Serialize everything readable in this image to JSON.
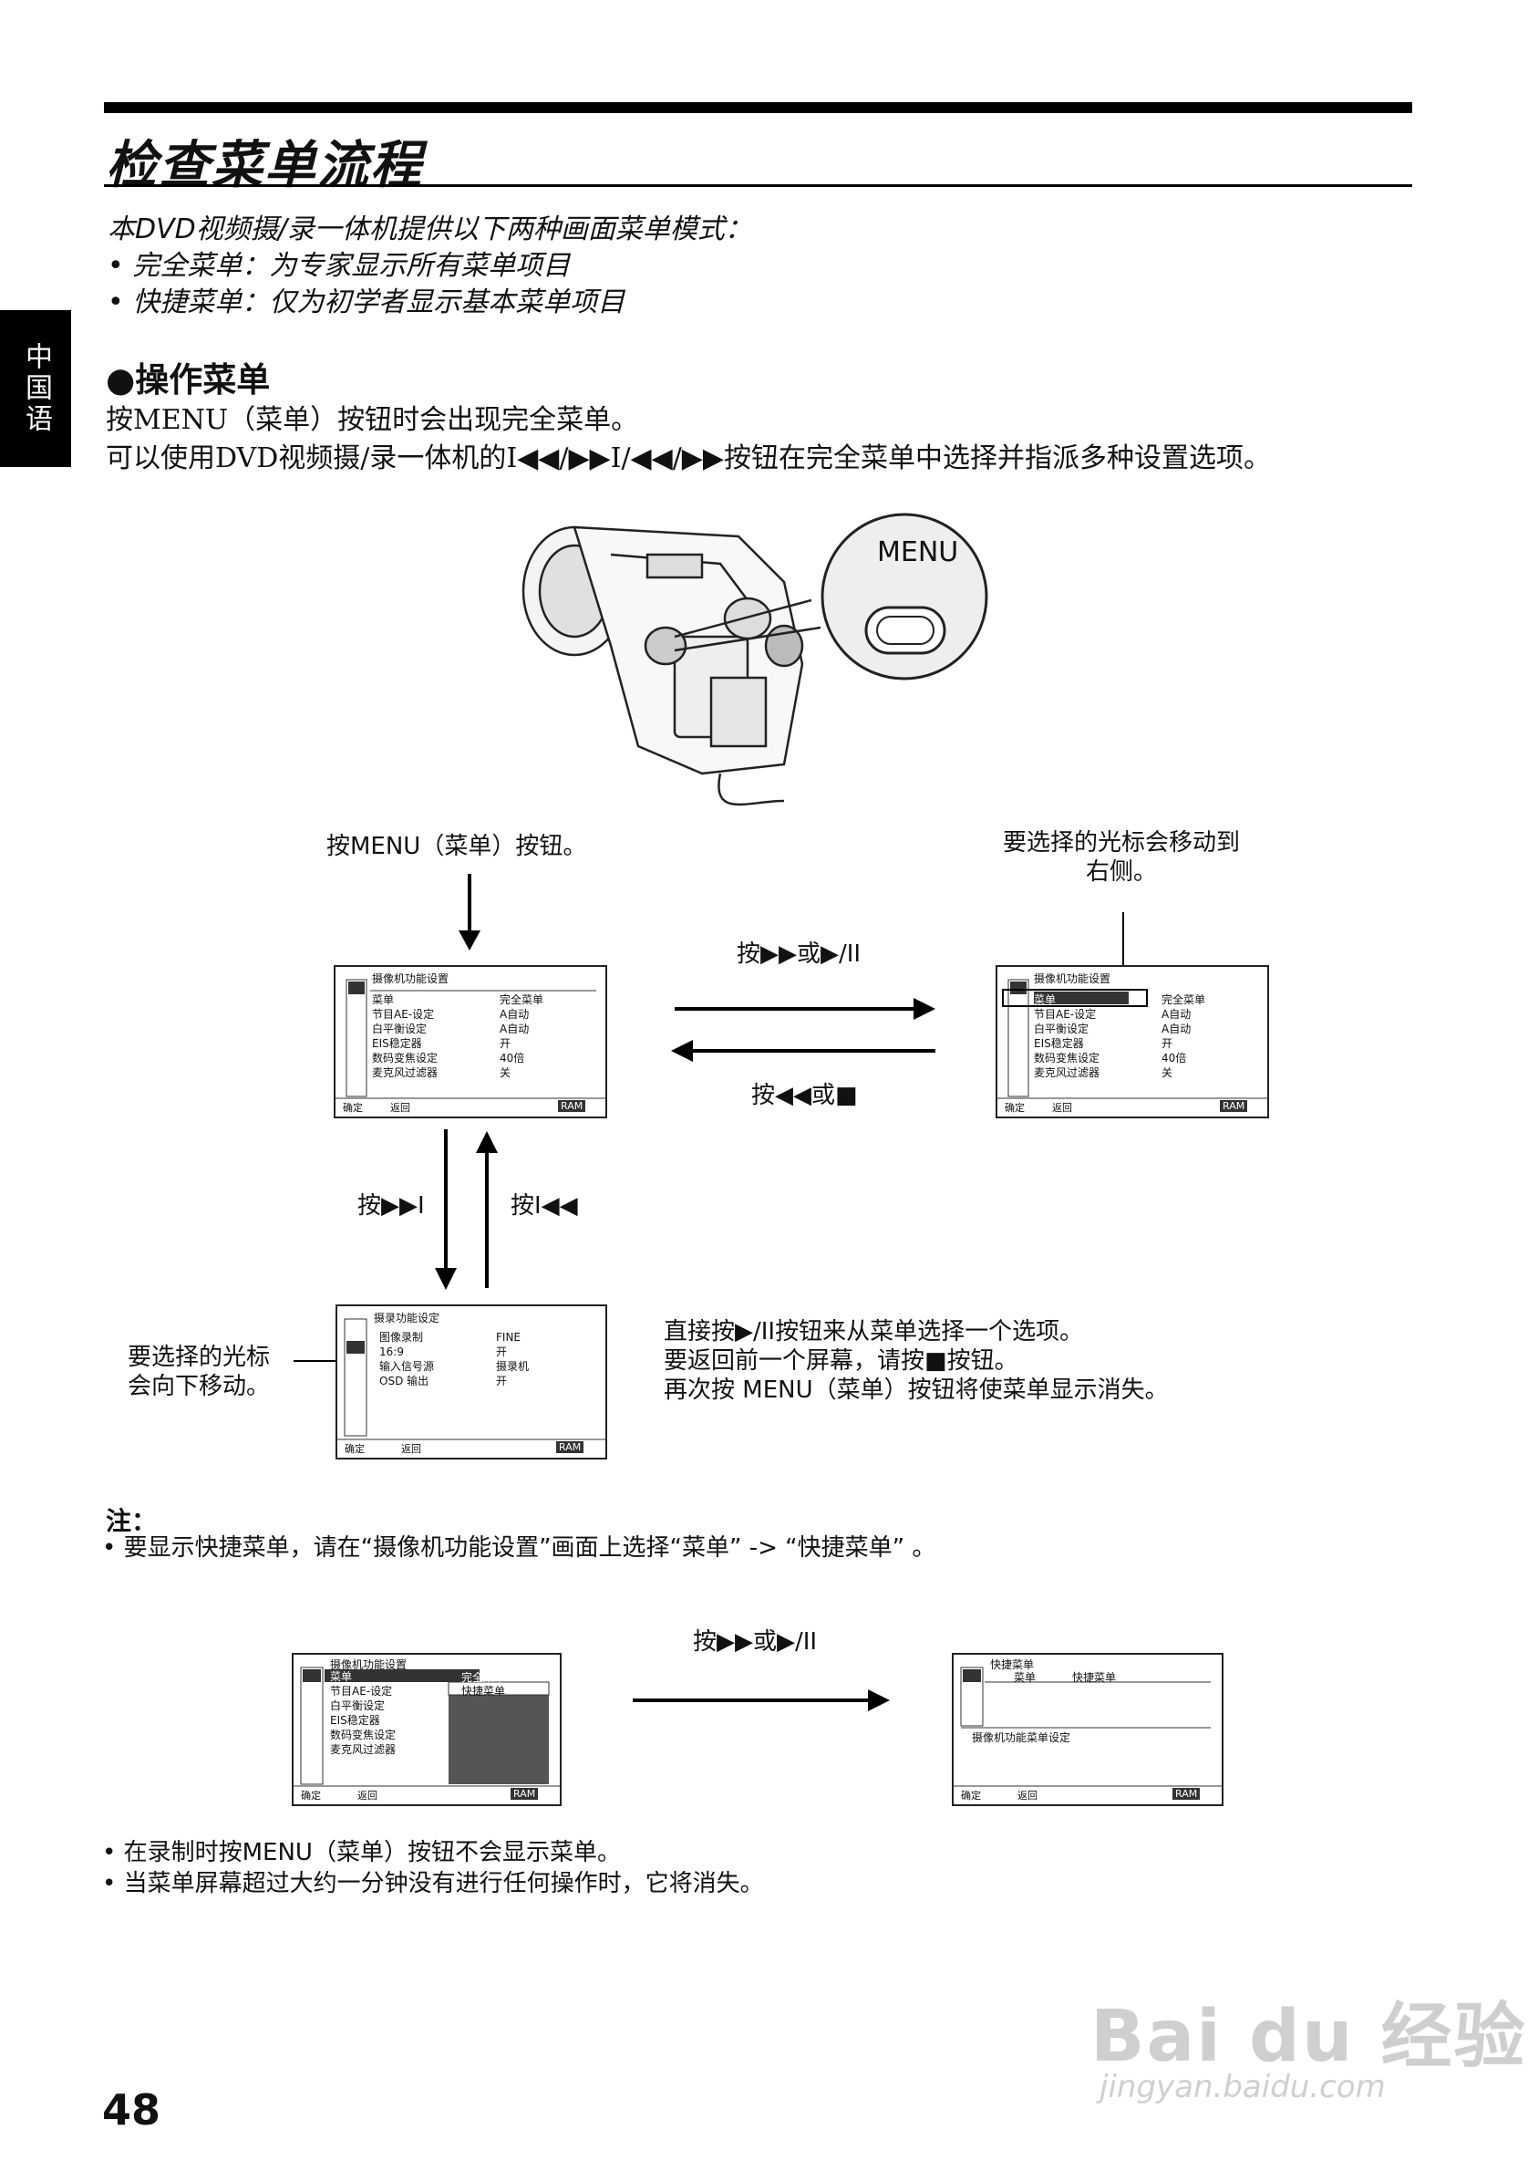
{
  "header": {
    "title": "检查菜单流程",
    "side_tab": "中国语"
  },
  "intro": {
    "line1": "本DVD视频摄/录一体机提供以下两种画面菜单模式：",
    "bullet1": "• 完全菜单：为专家显示所有菜单项目",
    "bullet2": "• 快捷菜单：仅为初学者显示基本菜单项目"
  },
  "section": {
    "heading": "●操作菜单",
    "para1": "按MENU（菜单）按钮时会出现完全菜单。",
    "para2": "可以使用DVD视频摄/录一体机的I◀◀/▶▶I/◀◀/▶▶按钮在完全菜单中选择并指派多种设置选项。"
  },
  "camera": {
    "menu_label": "MENU"
  },
  "flow": {
    "press_menu": "按MENU（菜单）按钮。",
    "cursor_right_1": "要选择的光标会移动到",
    "cursor_right_2": "右侧。",
    "press_ff_play": "按▶▶或▶/II",
    "press_rew_stop": "按◀◀或■",
    "press_next": "按▶▶I",
    "press_prev": "按I◀◀",
    "cursor_down_1": "要选择的光标",
    "cursor_down_2": "会向下移动。",
    "instr1": "直接按▶/II按钮来从菜单选择一个选项。",
    "instr2": "要返回前一个屏幕，请按■按钮。",
    "instr3": "再次按 MENU（菜单）按钮将使菜单显示消失。",
    "press_ff_play_2": "按▶▶或▶/II"
  },
  "screens": {
    "camera_setup_title": "摄像机功能设置",
    "camera_rows": [
      {
        "label": "菜单",
        "value": "完全菜单"
      },
      {
        "label": "节目AE-设定",
        "value": "A自动"
      },
      {
        "label": "白平衡设定",
        "value": "A自动"
      },
      {
        "label": "EIS稳定器",
        "value": "开"
      },
      {
        "label": "数码变焦设定",
        "value": "40倍"
      },
      {
        "label": "麦克风过滤器",
        "value": "关"
      }
    ],
    "record_setup_title": "摄录功能设定",
    "record_rows": [
      {
        "label": "图像录制",
        "value": "FINE"
      },
      {
        "label": "16:9",
        "value": "开"
      },
      {
        "label": "输入信号源",
        "value": "摄录机"
      },
      {
        "label": "OSD 输出",
        "value": "开"
      }
    ],
    "footer_enter": "确定",
    "footer_return": "返回",
    "footer_ram": "RAM",
    "popup_full": "完全菜单",
    "popup_quick": "快捷菜单",
    "quick_title": "快捷菜单",
    "quick_row_label": "菜单",
    "quick_row_value": "快捷菜单",
    "quick_help": "摄像机功能菜单设定"
  },
  "notes": {
    "heading": "注：",
    "n1": "• 要显示快捷菜单，请在“摄像机功能设置”画面上选择“菜单” -> “快捷菜单” 。",
    "n2": "• 在录制时按MENU（菜单）按钮不会显示菜单。",
    "n3": "• 当菜单屏幕超过大约一分钟没有进行任何操作时，它将消失。"
  },
  "page_number": "48",
  "watermark": {
    "brand": "Bai du 经验",
    "url": "jingyan.baidu.com"
  }
}
